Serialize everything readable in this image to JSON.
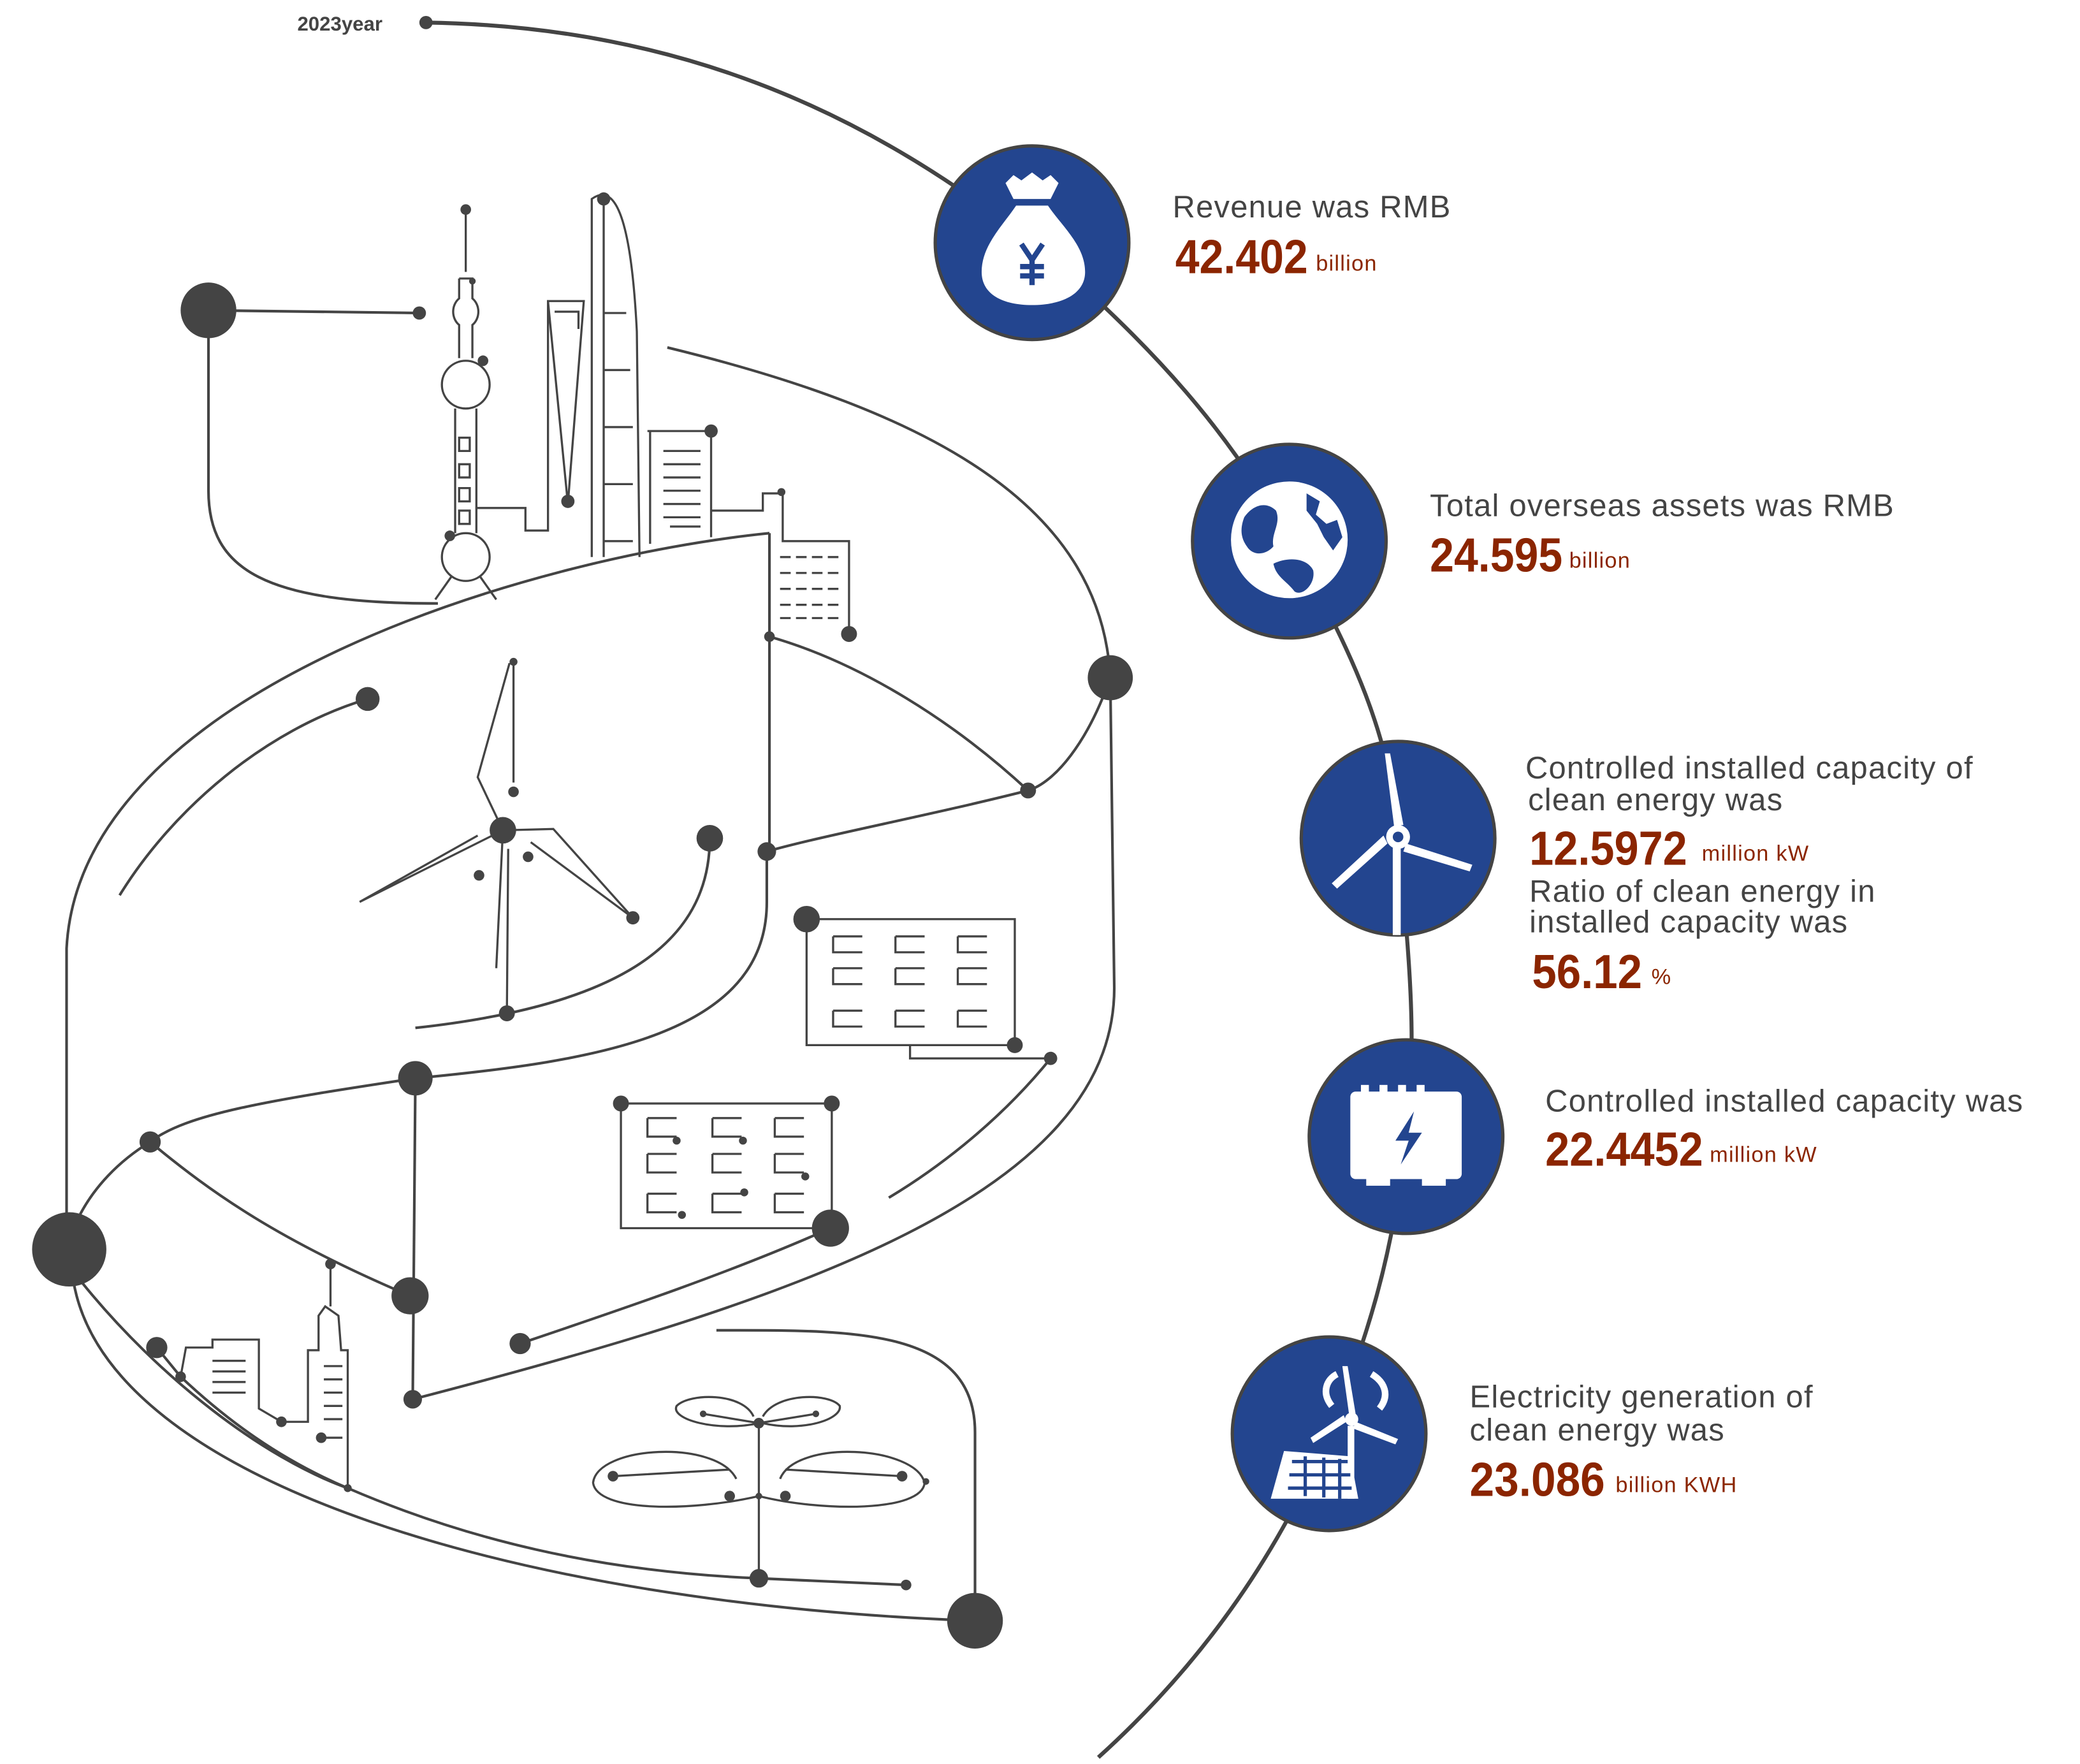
{
  "timeline": {
    "year_label": "2023year"
  },
  "colors": {
    "icon_blue": "#23458f",
    "value_red": "#8b2500",
    "line": "#444444"
  },
  "metrics": [
    {
      "icon": "money-bag-yuan-icon",
      "label_lines": [
        "Revenue was RMB"
      ],
      "value": "42.402",
      "unit": "billion"
    },
    {
      "icon": "globe-icon",
      "label_lines": [
        "Total overseas assets was RMB"
      ],
      "value": "24.595",
      "unit": "billion"
    },
    {
      "icon": "wind-turbine-icon",
      "label_lines": [
        "Controlled installed capacity of",
        "clean energy was"
      ],
      "value": "12.5972",
      "unit": "million kW",
      "secondary": {
        "label_lines": [
          "Ratio of clean energy in",
          "installed capacity was"
        ],
        "value": "56.12",
        "unit": "%"
      }
    },
    {
      "icon": "power-module-icon",
      "label_lines": [
        "Controlled installed capacity was"
      ],
      "value": "22.4452",
      "unit": "million kW"
    },
    {
      "icon": "wind-solar-icon",
      "label_lines": [
        "Electricity generation of",
        "clean energy was"
      ],
      "value": "23.086",
      "unit": "billion KWH"
    }
  ]
}
